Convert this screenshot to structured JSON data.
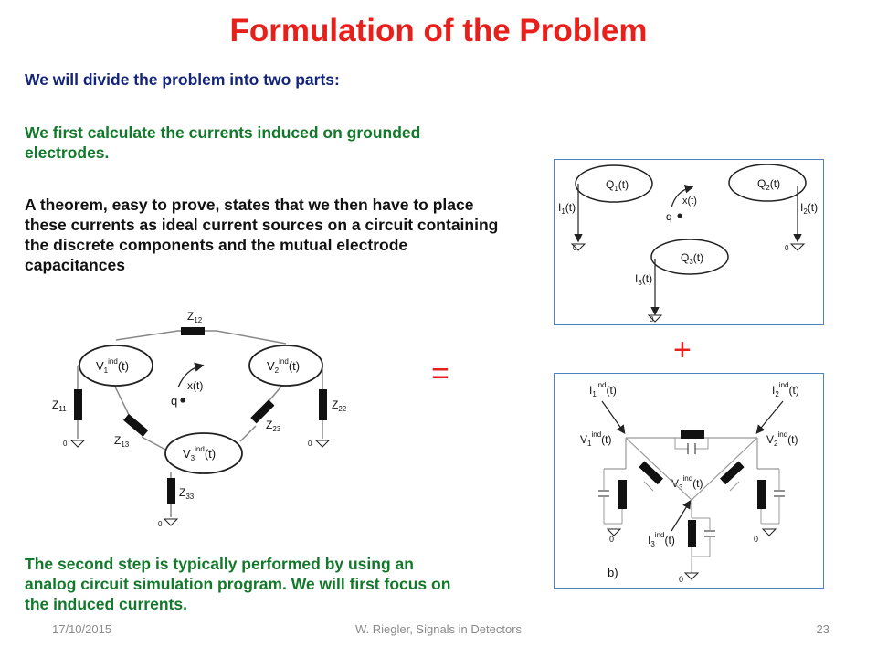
{
  "slide": {
    "title": "Formulation of the Problem",
    "paragraphs": [
      "We will divide the problem into two parts:",
      "We first calculate the currents induced on grounded electrodes.",
      "A theorem, easy to prove, states that we then have to place these currents as ideal current sources on a circuit containing the discrete components and the mutual electrode capacitances",
      "The second step is typically performed by using an analog circuit simulation program. We will first focus on the induced currents."
    ],
    "equals_symbol": "=",
    "plus_symbol": "+"
  },
  "diagram_charges": {
    "electrodes": [
      "Q1(t)",
      "Q2(t)",
      "Q3(t)"
    ],
    "currents": [
      "I1(t)",
      "I2(t)",
      "I3(t)"
    ],
    "charge_label": "q",
    "trajectory_label": "x(t)",
    "ground_label": "0"
  },
  "diagram_impedance": {
    "nodes": [
      "V1ind(t)",
      "V2ind(t)",
      "V3ind(t)"
    ],
    "impedances": [
      "Z12",
      "Z11",
      "Z22",
      "Z13",
      "Z23",
      "Z33"
    ],
    "charge_label": "q",
    "trajectory_label": "x(t)",
    "ground_label": "0"
  },
  "diagram_sources": {
    "sources": [
      "I1ind(t)",
      "I2ind(t)",
      "I3ind(t)"
    ],
    "nodes": [
      "V1ind(t)",
      "V2ind(t)",
      "V3ind(t)"
    ],
    "ground_label": "0",
    "panel_label": "b)"
  },
  "footer": {
    "date": "17/10/2015",
    "source": "W. Riegler, Signals in Detectors",
    "page": "23"
  }
}
